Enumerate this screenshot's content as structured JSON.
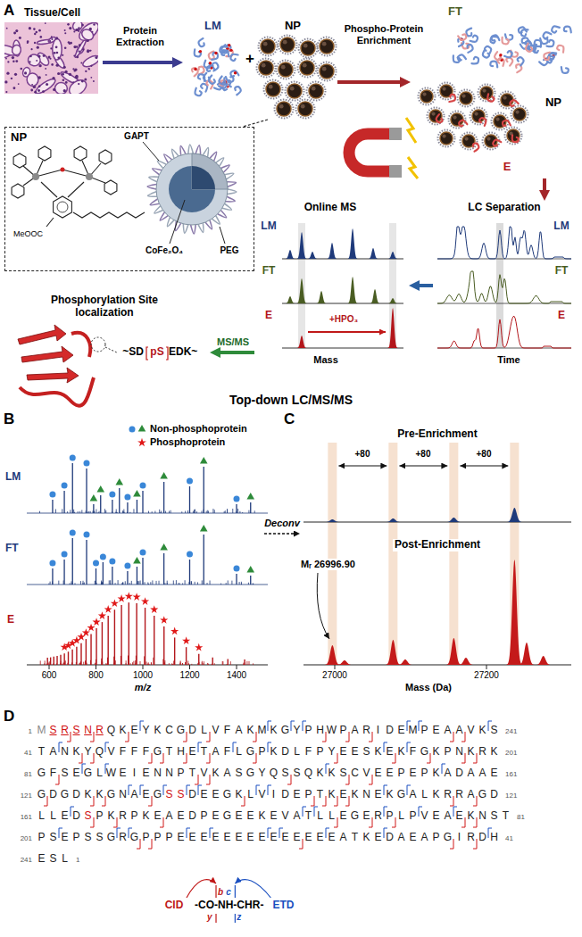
{
  "diagram": {
    "nodes": [
      {
        "text": [
          "Tissue/Cell"
        ]
      },
      {
        "text": [
          "LM"
        ]
      },
      {
        "text": [
          "NP"
        ]
      },
      {
        "text": [
          "FT",
          "NP",
          "E"
        ]
      },
      {
        "text": [
          "NP",
          "GAPT",
          "PEG",
          "CoFe₂O₄",
          "MeOOC"
        ]
      },
      {
        "text": [
          "LC Separation",
          "LM",
          "FT",
          "E",
          "Time"
        ]
      },
      {
        "text": [
          "Online MS",
          "LM",
          "FT",
          "E",
          "+HPO₃",
          "Mass"
        ]
      },
      {
        "text": [
          "Phosphorylation Site localization",
          "~SD",
          "pS",
          "EDK~"
        ]
      }
    ],
    "edges": [
      {
        "from": 0,
        "to": 1,
        "arrow": "to",
        "label": "Protein Extraction"
      },
      {
        "from": 2,
        "to": 3,
        "arrow": "to",
        "label": "Phospho-Protein Enrichment"
      },
      {
        "from": 3,
        "to": 5,
        "arrow": "to"
      },
      {
        "from": 5,
        "to": 6,
        "arrow": "to"
      },
      {
        "from": 6,
        "to": 7,
        "arrow": "to",
        "label": "MS/MS"
      },
      {
        "from": 2,
        "to": 4,
        "arrow": "none"
      }
    ],
    "labels": [
      "A",
      "+",
      "Top-down LC/MS/MS",
      "B",
      "LM",
      "FT",
      "E",
      "600",
      "800",
      "1000",
      "1200",
      "1400",
      "m/z",
      "Deconv",
      "C",
      "Pre-Enrichment",
      "+80",
      "+80",
      "+80",
      "Post-Enrichment",
      "Mᵣ 26996.90",
      "27000",
      "27200",
      "Mass (Da)",
      "D",
      "1",
      "41",
      "81",
      "121",
      "161",
      "201",
      "241",
      "MSRSNRQKEYKCGDLVFAKMKGYPHWPARIDEMPEAAVKS",
      "TANKYQVFFFGTHETAFLGPKDLFPYEESKEKFGKPNKRK",
      "GFSEGLWEIENNPTVKASGYQSSQKKSCVEEPEPKADAAE",
      "GDGDKKGNAEGSSDEEGKLVIDEPTKEKNEKGALKRRAGD",
      "LLEDSPKRPKEAEDPEGEEKEVATLLEGERPLPVEAEKNST",
      "PSEPSSGRGPPPEEEEEEEEEEEEEEATKEDAEAPGIRDH",
      "ESL",
      "241",
      "201",
      "161",
      "121",
      "81",
      "41",
      "1",
      "CID",
      "-CO-NH-CHR-",
      "b",
      "y",
      "c",
      "z",
      "ETD"
    ],
    "legend": [
      {
        "text": "Non-phosphoprotein"
      },
      {
        "text": "Phosphoprotein"
      }
    ]
  }
}
